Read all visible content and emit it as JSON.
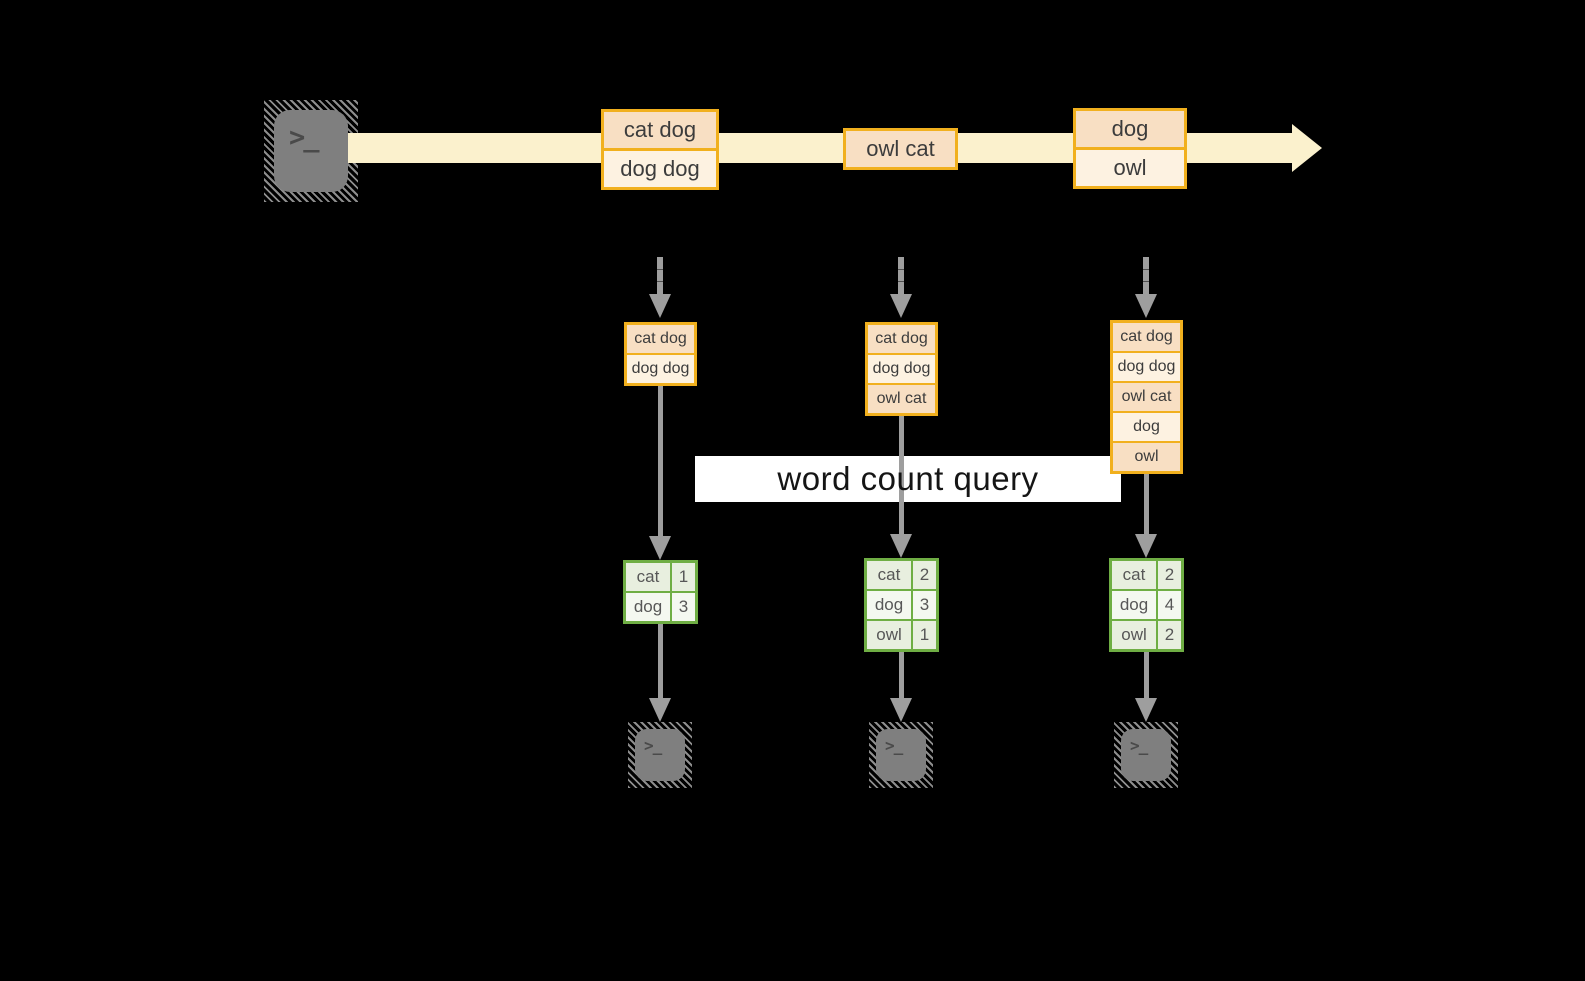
{
  "banner": {
    "label": "word count query"
  },
  "source": {
    "glyph": ">_"
  },
  "stream": {
    "groups": [
      {
        "items": [
          "cat dog",
          "dog dog"
        ]
      },
      {
        "items": [
          "owl cat"
        ]
      },
      {
        "items": [
          "dog",
          "owl"
        ]
      }
    ]
  },
  "columns": [
    {
      "buffer": [
        "cat dog",
        "dog dog"
      ],
      "counts": [
        {
          "word": "cat",
          "value": "1"
        },
        {
          "word": "dog",
          "value": "3"
        }
      ],
      "sink_glyph": ">_"
    },
    {
      "buffer": [
        "cat dog",
        "dog dog",
        "owl cat"
      ],
      "counts": [
        {
          "word": "cat",
          "value": "2"
        },
        {
          "word": "dog",
          "value": "3"
        },
        {
          "word": "owl",
          "value": "1"
        }
      ],
      "sink_glyph": ">_"
    },
    {
      "buffer": [
        "cat dog",
        "dog dog",
        "owl cat",
        "dog",
        "owl"
      ],
      "counts": [
        {
          "word": "cat",
          "value": "2"
        },
        {
          "word": "dog",
          "value": "4"
        },
        {
          "word": "owl",
          "value": "2"
        }
      ],
      "sink_glyph": ">_"
    }
  ],
  "colors": {
    "background": "#000000",
    "stream": "#fbf1cd",
    "event_border": "#f1b01e",
    "event_fill_dark": "#f8dfc3",
    "event_fill_light": "#fdf2e1",
    "table_border": "#6fae44",
    "table_fill_dark": "#e8efdf",
    "table_fill_light": "#f4f8f0",
    "arrow_gray": "#9e9e9e",
    "terminal_gray": "#7f7f7f"
  }
}
